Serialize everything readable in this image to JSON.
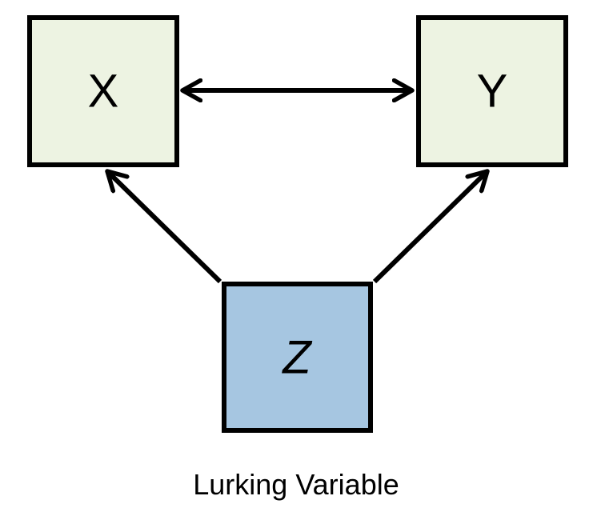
{
  "diagram": {
    "nodes": {
      "x": {
        "label": "X",
        "fill": "#edf3e2"
      },
      "y": {
        "label": "Y",
        "fill": "#edf3e2"
      },
      "z": {
        "label": "Z",
        "fill": "#a6c6e1"
      }
    },
    "edges": [
      {
        "from": "x",
        "to": "y",
        "kind": "bidirectional"
      },
      {
        "from": "z",
        "to": "x",
        "kind": "directed"
      },
      {
        "from": "z",
        "to": "y",
        "kind": "directed"
      }
    ],
    "caption": "Lurking Variable",
    "colors": {
      "stroke": "#000000",
      "background": "#ffffff"
    }
  }
}
